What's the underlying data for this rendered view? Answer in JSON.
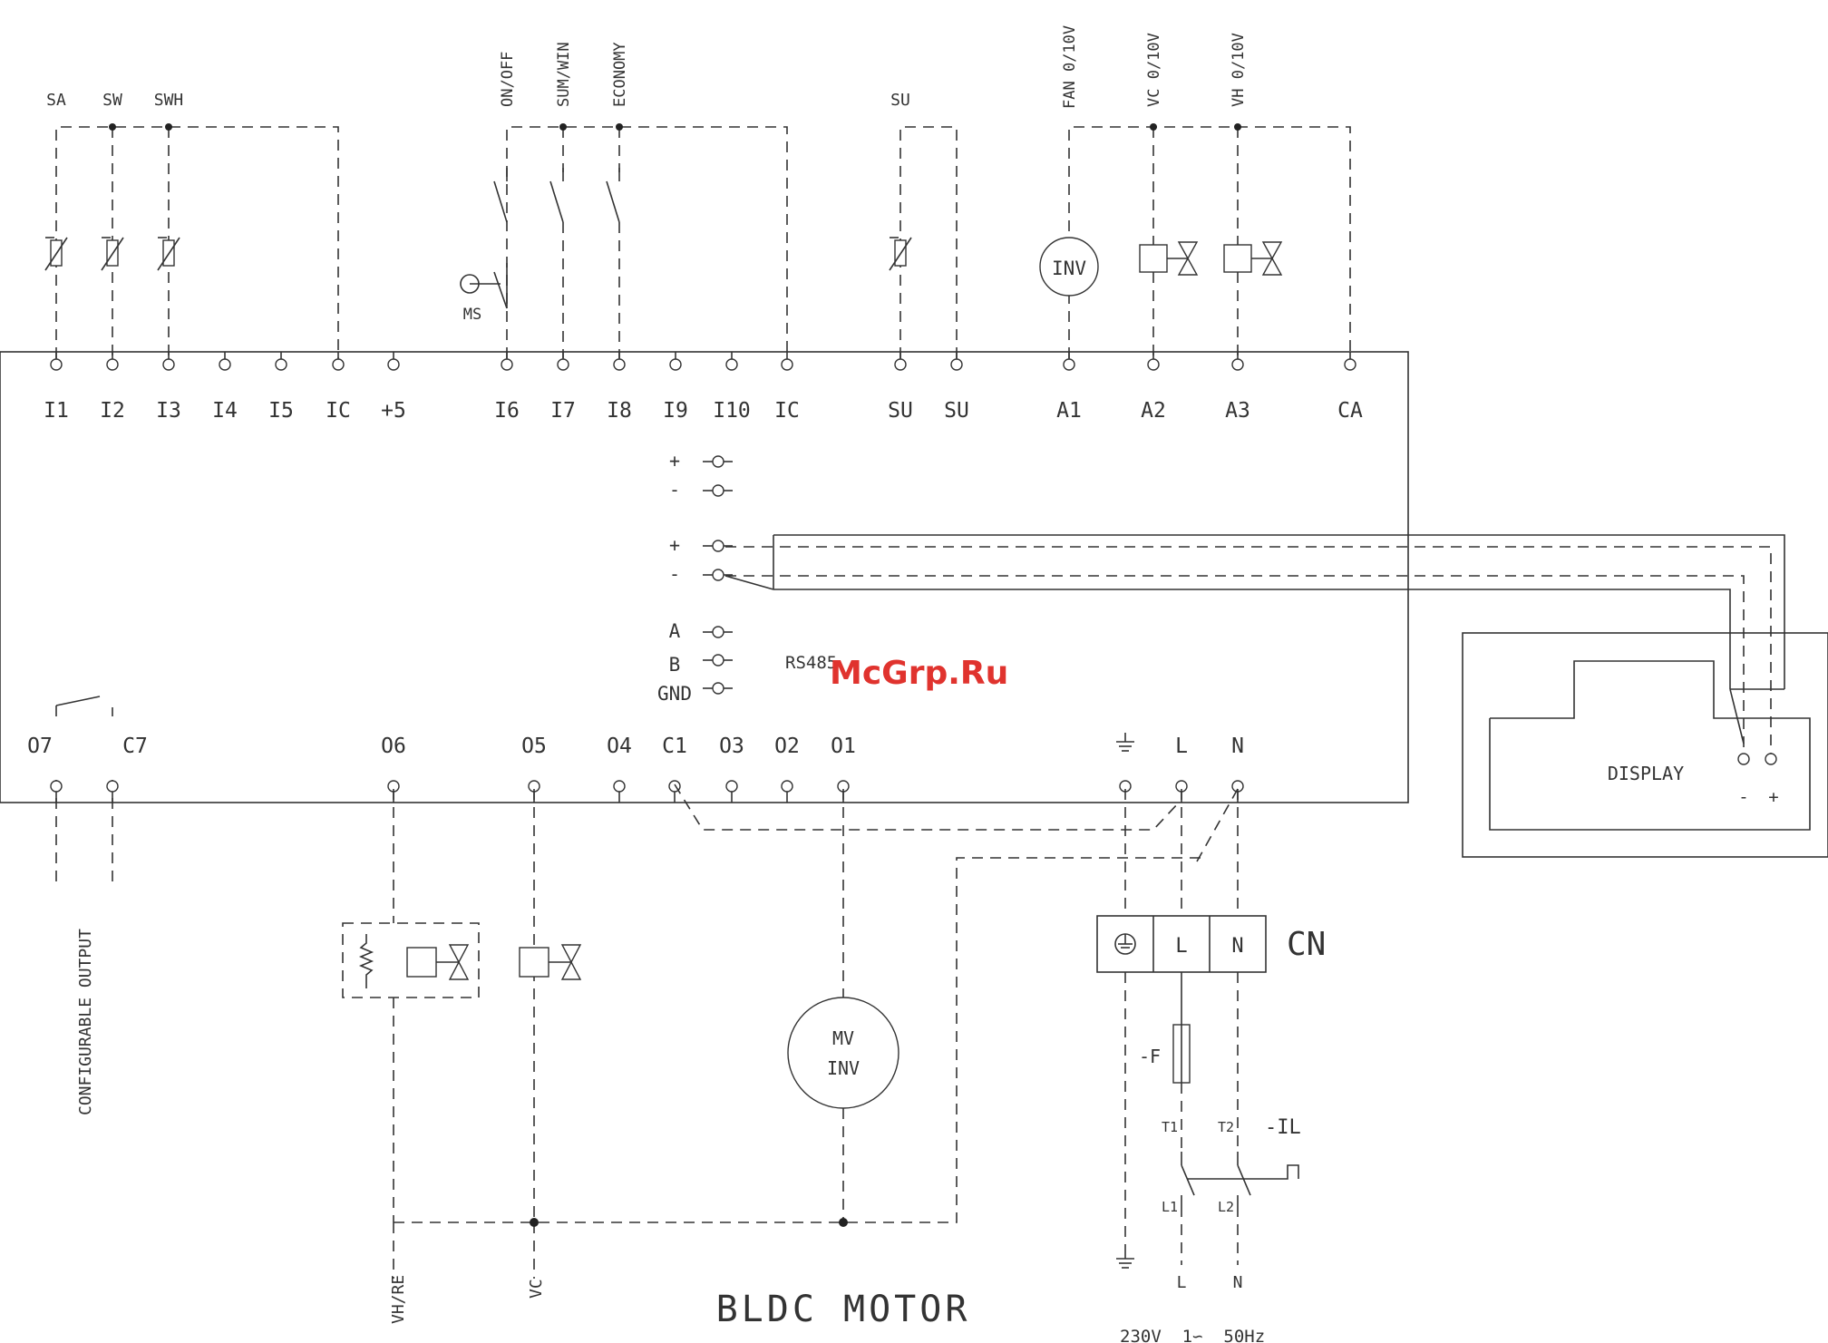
{
  "sensors": {
    "sa": "SA",
    "sw": "SW",
    "swh": "SWH",
    "su": "SU"
  },
  "switches": {
    "on_off": "ON/OFF",
    "sum_win": "SUM/WIN",
    "economy": "ECONOMY",
    "ms": "MS"
  },
  "analog": {
    "fan": "FAN 0/10V",
    "vc": "VC 0/10V",
    "vh": "VH 0/10V",
    "inv": "INV"
  },
  "top_terminals": [
    "I1",
    "I2",
    "I3",
    "I4",
    "I5",
    "IC",
    "+5",
    "I6",
    "I7",
    "I8",
    "I9",
    "I10",
    "IC",
    "SU",
    "SU",
    "A1",
    "A2",
    "A3",
    "CA"
  ],
  "ports": {
    "plus1": "+",
    "minus1": "-",
    "plus2": "+",
    "minus2": "-",
    "a": "A",
    "b": "B",
    "gnd": "GND",
    "rs485": "RS485"
  },
  "bottom_terminals": [
    "O7",
    "C7",
    "O6",
    "O5",
    "O4",
    "C1",
    "O3",
    "O2",
    "O1",
    "L",
    "N"
  ],
  "display": {
    "label": "DISPLAY",
    "minus": "-",
    "plus": "+"
  },
  "cn": {
    "label": "CN",
    "l": "L",
    "n": "N"
  },
  "power": {
    "f": "-F",
    "t1": "T1",
    "t2": "T2",
    "il": "-IL",
    "l1": "L1",
    "l2": "L2",
    "l_out": "L",
    "n_out": "N",
    "supply": "230V  1∽  50Hz"
  },
  "outputs": {
    "configurable": "CONFIGURABLE OUTPUT",
    "vh_re": "VH/RE",
    "vc": "VC",
    "motor_mv": "MV",
    "motor_inv": "INV",
    "bldc": "BLDC MOTOR"
  },
  "watermark": "McGrp.Ru"
}
